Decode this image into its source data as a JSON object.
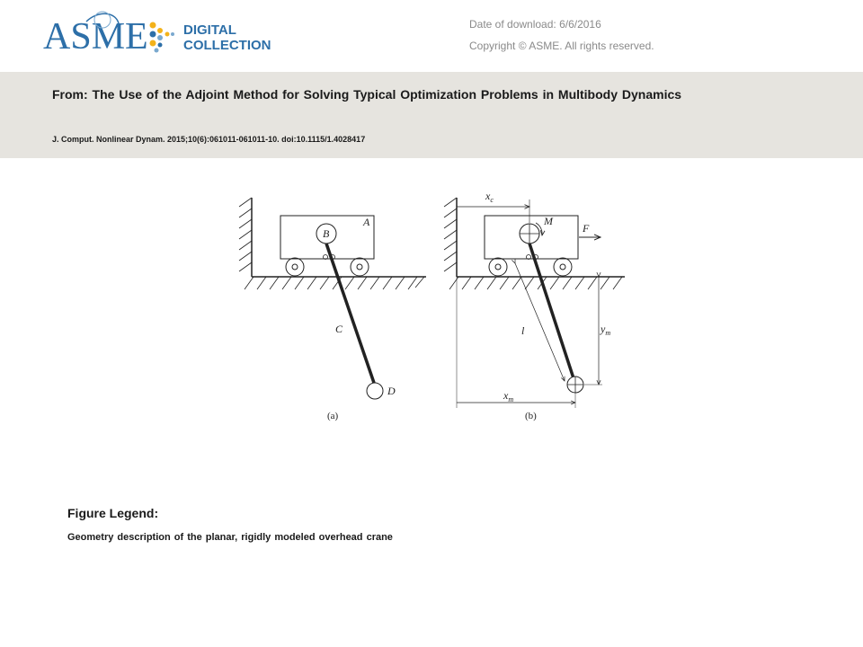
{
  "header": {
    "logo_text": "ASME",
    "logo_sub_1": "DIGITAL",
    "logo_sub_2": "COLLECTION",
    "date_label": "Date of download:  6/6/2016",
    "copyright": "Copyright © ASME. All rights reserved."
  },
  "article": {
    "title": "From: The Use of the Adjoint Method for Solving Typical Optimization Problems in Multibody Dynamics",
    "citation": "J. Comput. Nonlinear Dynam. 2015;10(6):061011-061011-10. doi:10.1115/1.4028417"
  },
  "figure": {
    "panel_a": {
      "caption": "(a)",
      "labels": {
        "cart": "A",
        "joint": "B",
        "rod": "C",
        "mass": "D"
      }
    },
    "panel_b": {
      "caption": "(b)",
      "labels": {
        "xc": "x",
        "xc_sub": "c",
        "moment": "M",
        "force": "F",
        "length": "l",
        "ym": "y",
        "ym_sub": "m",
        "xm": "x",
        "xm_sub": "m"
      }
    }
  },
  "legend": {
    "title": "Figure Legend:",
    "text": "Geometry description of the planar, rigidly modeled overhead crane"
  },
  "colors": {
    "band": "#e6e4df",
    "logo_blue": "#2d6fa8",
    "logo_dots": "#f3b21a"
  }
}
